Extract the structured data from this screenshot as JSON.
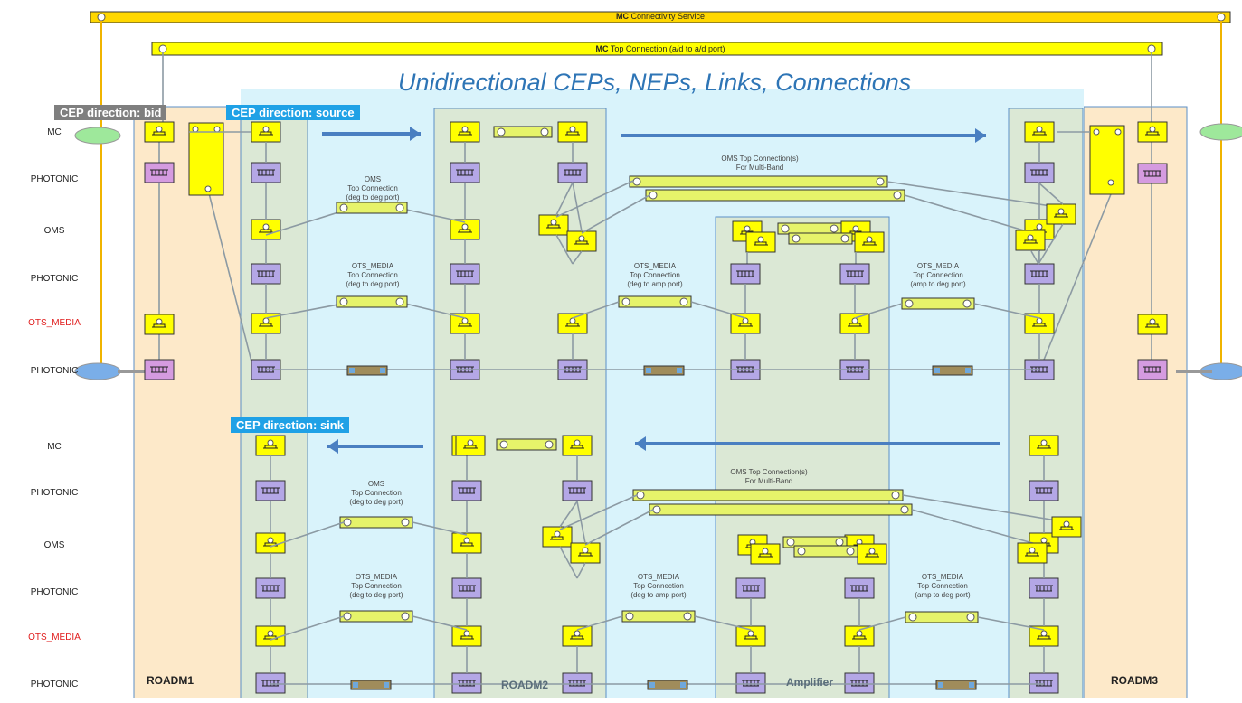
{
  "diagram": {
    "title": "Unidirectional  CEPs, NEPs, Links, Connections",
    "top_bars": {
      "service_prefix": "MC",
      "service_text": " Connectivity Service",
      "top_conn_prefix": "MC",
      "top_conn_text": " Top Connection (a/d to a/d port)"
    },
    "direction_tags": {
      "bid": "CEP direction: bid",
      "source": "CEP direction: source",
      "sink": "CEP direction: sink"
    },
    "row_labels_upper": [
      "MC",
      "PHOTONIC",
      "OMS",
      "PHOTONIC",
      "OTS_MEDIA",
      "PHOTONIC"
    ],
    "row_labels_lower": [
      "MC",
      "PHOTONIC",
      "OMS",
      "PHOTONIC",
      "OTS_MEDIA",
      "PHOTONIC"
    ],
    "node_labels": {
      "roadm1": "ROADM1",
      "roadm2": "ROADM2",
      "amplifier": "Amplifier",
      "roadm3": "ROADM3"
    },
    "connection_labels": {
      "oms_1": [
        "OMS",
        "Top Connection",
        "(deg to deg port)"
      ],
      "oms_multiband": [
        "OMS Top Connection(s)",
        "For Multi-Band"
      ],
      "ots_deg_deg": [
        "OTS_MEDIA",
        "Top Connection",
        "(deg to deg port)"
      ],
      "ots_deg_amp": [
        "OTS_MEDIA",
        "Top Connection",
        "(deg to amp port)"
      ],
      "ots_amp_deg": [
        "OTS_MEDIA",
        "Top Connection",
        "(amp to deg port)"
      ]
    },
    "colors": {
      "roadm_orange": "#fde9c9",
      "inner_blue": "#d9f3fb",
      "column_green": "#dbe8d5",
      "cep_yellow": "#ffff00",
      "bar_lime": "#e6f36a",
      "nep_purple": "#b4a7e6",
      "nep_magenta": "#d59be0",
      "arrow_blue": "#4a7fc1",
      "line_grey": "#8c9aa3",
      "service_line": "#f0b400"
    }
  }
}
